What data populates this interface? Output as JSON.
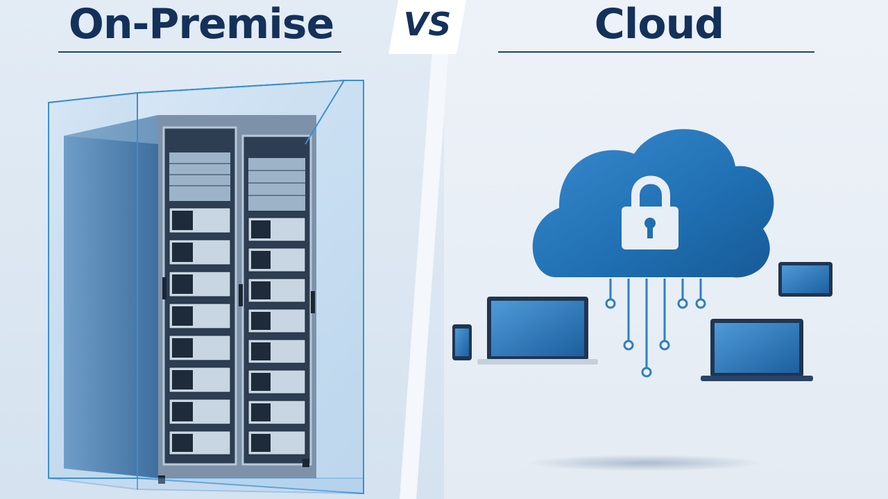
{
  "titles": {
    "left": "On-Premise",
    "vs": "VS",
    "right": "Cloud"
  },
  "colors": {
    "title": "#14315a",
    "accent_blue": "#1f6fb2",
    "light_blue": "#5aa5dc",
    "rack_dark": "#2d4c70"
  },
  "icons": {
    "left": "server-rack-icon",
    "right": "cloud-lock-icon",
    "devices": [
      "smartphone-icon",
      "laptop-icon",
      "tablet-icon",
      "laptop-icon"
    ]
  }
}
